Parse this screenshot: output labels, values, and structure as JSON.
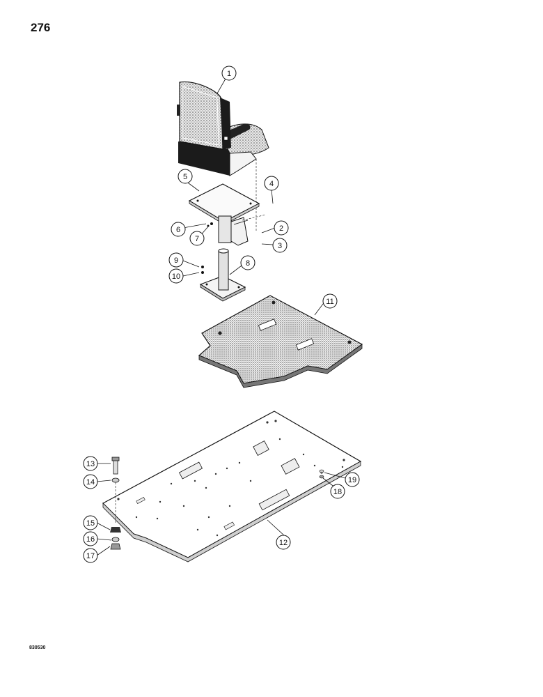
{
  "page": {
    "number": "276",
    "drawing_id": "830530"
  },
  "callouts": [
    "1",
    "2",
    "3",
    "4",
    "5",
    "6",
    "7",
    "8",
    "9",
    "10",
    "11",
    "12",
    "13",
    "14",
    "15",
    "16",
    "17",
    "18",
    "19"
  ]
}
